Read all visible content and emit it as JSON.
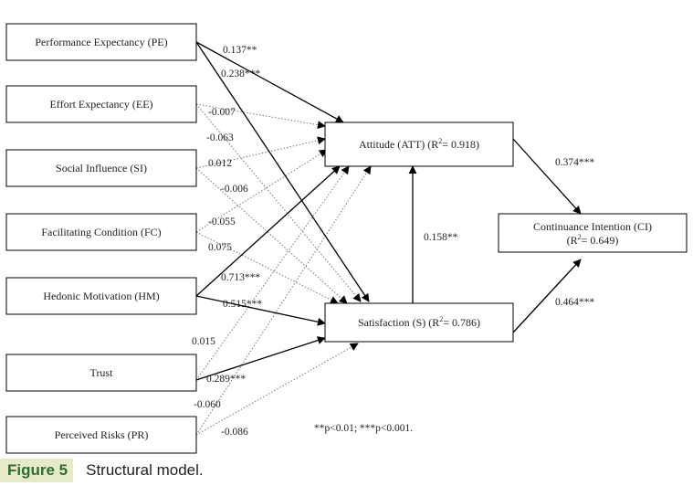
{
  "nodes": {
    "pe": "Performance Expectancy (PE)",
    "ee": "Effort Expectancy (EE)",
    "si": "Social Influence (SI)",
    "fc": "Facilitating Condition (FC)",
    "hm": "Hedonic Motivation (HM)",
    "trust": "Trust",
    "pr": "Perceived Risks (PR)",
    "att": "Attitude (ATT) (R",
    "att_r2": "= 0.918)",
    "sat": "Satisfaction (S) (R",
    "sat_r2": "= 0.786)",
    "ci_line1": "Continuance Intention (CI)",
    "ci_line2": "(R",
    "ci_r2": "= 0.649)",
    "sq": "2"
  },
  "paths": {
    "pe_att": "0.137**",
    "pe_sat": "0.238***",
    "ee_att": "-0.007",
    "ee_sat": "-0.063",
    "si_att": "0.012",
    "si_sat": "-0.006",
    "fc_att": "-0.055",
    "fc_sat": "0.075",
    "hm_att": "0.713***",
    "hm_sat": "0.515***",
    "trust_att": "0.015",
    "trust_sat": "0.289***",
    "pr_att": "-0.060",
    "pr_sat": "-0.086",
    "sat_att": "0.158**",
    "att_ci": "0.374***",
    "sat_ci": "0.464***"
  },
  "note": "**p<0.01; ***p<0.001.",
  "caption": {
    "label": "Figure 5",
    "text": "Structural model."
  }
}
